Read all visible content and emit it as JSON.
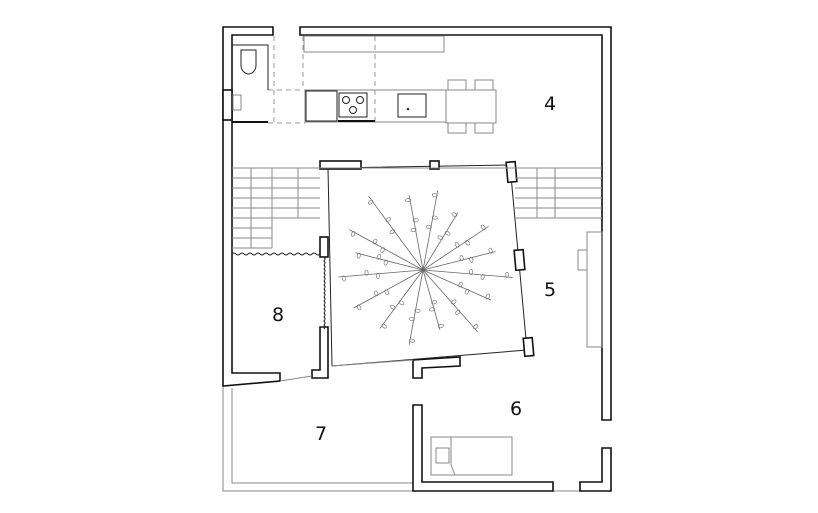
{
  "plan": {
    "title": "Floor plan",
    "rooms": [
      {
        "id": "room-4",
        "label": "4"
      },
      {
        "id": "room-5",
        "label": "5"
      },
      {
        "id": "room-6",
        "label": "6"
      },
      {
        "id": "room-7",
        "label": "7"
      },
      {
        "id": "room-8",
        "label": "8"
      }
    ],
    "line_color": "#111111",
    "detail_color": "#888888"
  }
}
